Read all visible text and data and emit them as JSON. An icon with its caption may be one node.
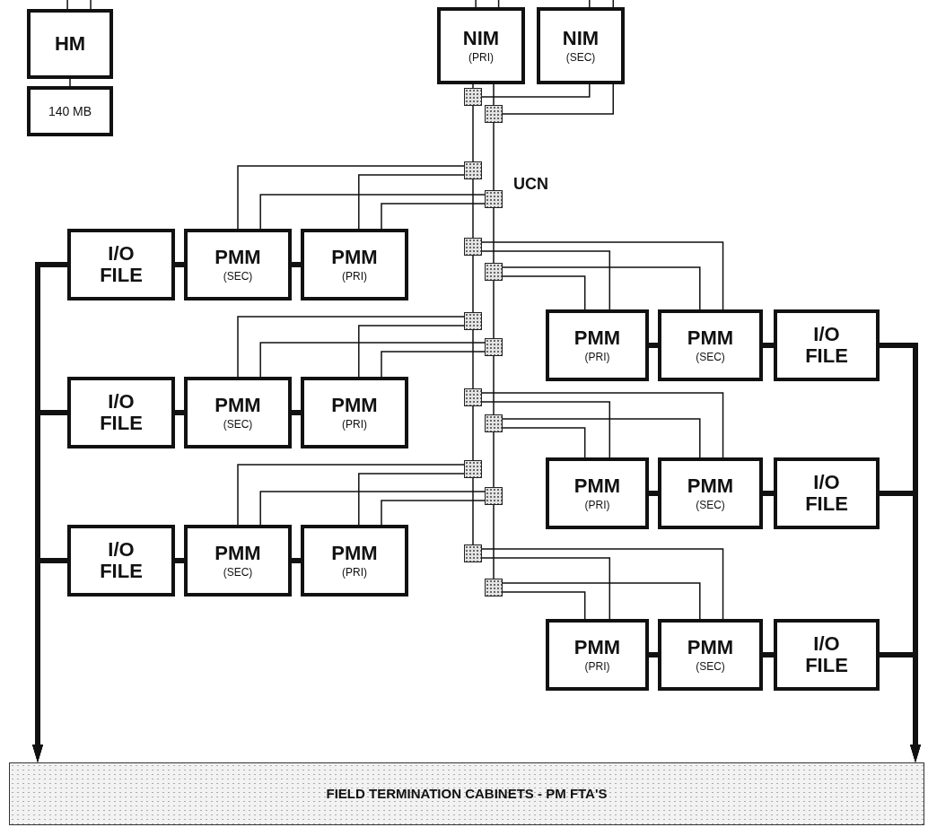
{
  "diagram": {
    "nodes": [
      {
        "text": [
          "HM"
        ]
      },
      {
        "text": [
          "140 MB"
        ]
      },
      {
        "text": [
          "NIM",
          "(PRI)"
        ]
      },
      {
        "text": [
          "NIM",
          "(SEC)"
        ]
      },
      {
        "text": [],
        "shape": "box"
      },
      {
        "text": [],
        "shape": "box"
      },
      {
        "text": [],
        "shape": "box"
      },
      {
        "text": [],
        "shape": "box"
      },
      {
        "text": [],
        "shape": "box"
      },
      {
        "text": [],
        "shape": "box"
      },
      {
        "text": [],
        "shape": "box"
      },
      {
        "text": [],
        "shape": "box"
      },
      {
        "text": [],
        "shape": "box"
      },
      {
        "text": [],
        "shape": "box"
      },
      {
        "text": [],
        "shape": "box"
      },
      {
        "text": [],
        "shape": "box"
      },
      {
        "text": [],
        "shape": "box"
      },
      {
        "text": [],
        "shape": "box"
      },
      {
        "text": [
          "I/O FILE"
        ]
      },
      {
        "text": [
          "PMM",
          "(SEC)"
        ]
      },
      {
        "text": [
          "PMM",
          "(PRI)"
        ]
      },
      {
        "text": [
          "PMM",
          "(PRI)"
        ]
      },
      {
        "text": [
          "PMM",
          "(SEC)"
        ]
      },
      {
        "text": [
          "I/O FILE"
        ]
      },
      {
        "text": [
          "I/O FILE"
        ]
      },
      {
        "text": [
          "PMM",
          "(SEC)"
        ]
      },
      {
        "text": [
          "PMM",
          "(PRI)"
        ]
      },
      {
        "text": [
          "PMM",
          "(PRI)"
        ]
      },
      {
        "text": [
          "PMM",
          "(SEC)"
        ]
      },
      {
        "text": [
          "I/O FILE"
        ]
      },
      {
        "text": [
          "I/O FILE"
        ]
      },
      {
        "text": [
          "PMM",
          "(SEC)"
        ]
      },
      {
        "text": [
          "PMM",
          "(PRI)"
        ]
      },
      {
        "text": [
          "PMM",
          "(PRI)"
        ]
      },
      {
        "text": [
          "PMM",
          "(SEC)"
        ]
      },
      {
        "text": [
          "I/O FILE"
        ]
      },
      {
        "text": [
          "FIELD TERMINATION CABINETS - PM FTA'S"
        ]
      }
    ],
    "edges": [
      {
        "from": 0,
        "to": 1,
        "arrow": "none"
      },
      {
        "from": null,
        "to": 0,
        "arrow": "none"
      },
      {
        "from": null,
        "to": 0,
        "arrow": "none"
      },
      {
        "from": null,
        "to": 2,
        "arrow": "none"
      },
      {
        "from": null,
        "to": 2,
        "arrow": "none"
      },
      {
        "from": null,
        "to": 3,
        "arrow": "none"
      },
      {
        "from": null,
        "to": 3,
        "arrow": "none"
      },
      {
        "from": 2,
        "to": 4,
        "arrow": "none"
      },
      {
        "from": 2,
        "to": 5,
        "arrow": "none"
      },
      {
        "from": 3,
        "to": 4,
        "arrow": "none"
      },
      {
        "from": 3,
        "to": 5,
        "arrow": "none"
      },
      {
        "from": 4,
        "to": 6,
        "arrow": "none"
      },
      {
        "from": 6,
        "to": 8,
        "arrow": "none"
      },
      {
        "from": 8,
        "to": 10,
        "arrow": "none"
      },
      {
        "from": 10,
        "to": 12,
        "arrow": "none"
      },
      {
        "from": 12,
        "to": 14,
        "arrow": "none"
      },
      {
        "from": 14,
        "to": 16,
        "arrow": "none"
      },
      {
        "from": 5,
        "to": 7,
        "arrow": "none"
      },
      {
        "from": 7,
        "to": 9,
        "arrow": "none"
      },
      {
        "from": 9,
        "to": 11,
        "arrow": "none"
      },
      {
        "from": 11,
        "to": 13,
        "arrow": "none"
      },
      {
        "from": 13,
        "to": 15,
        "arrow": "none"
      },
      {
        "from": 15,
        "to": 17,
        "arrow": "none"
      },
      {
        "from": 6,
        "to": 19,
        "arrow": "none"
      },
      {
        "from": 6,
        "to": 20,
        "arrow": "none"
      },
      {
        "from": 7,
        "to": 19,
        "arrow": "none"
      },
      {
        "from": 7,
        "to": 20,
        "arrow": "none"
      },
      {
        "from": 8,
        "to": 22,
        "arrow": "none"
      },
      {
        "from": 8,
        "to": 21,
        "arrow": "none"
      },
      {
        "from": 9,
        "to": 22,
        "arrow": "none"
      },
      {
        "from": 9,
        "to": 21,
        "arrow": "none"
      },
      {
        "from": 10,
        "to": 25,
        "arrow": "none"
      },
      {
        "from": 10,
        "to": 26,
        "arrow": "none"
      },
      {
        "from": 11,
        "to": 25,
        "arrow": "none"
      },
      {
        "from": 11,
        "to": 26,
        "arrow": "none"
      },
      {
        "from": 12,
        "to": 28,
        "arrow": "none"
      },
      {
        "from": 12,
        "to": 27,
        "arrow": "none"
      },
      {
        "from": 13,
        "to": 28,
        "arrow": "none"
      },
      {
        "from": 13,
        "to": 27,
        "arrow": "none"
      },
      {
        "from": 14,
        "to": 31,
        "arrow": "none"
      },
      {
        "from": 14,
        "to": 32,
        "arrow": "none"
      },
      {
        "from": 15,
        "to": 31,
        "arrow": "none"
      },
      {
        "from": 15,
        "to": 32,
        "arrow": "none"
      },
      {
        "from": 16,
        "to": 34,
        "arrow": "none"
      },
      {
        "from": 16,
        "to": 33,
        "arrow": "none"
      },
      {
        "from": 17,
        "to": 34,
        "arrow": "none"
      },
      {
        "from": 17,
        "to": 33,
        "arrow": "none"
      },
      {
        "from": 18,
        "to": 19,
        "arrow": "none",
        "style": "thick"
      },
      {
        "from": 19,
        "to": 20,
        "arrow": "none",
        "style": "thick"
      },
      {
        "from": 21,
        "to": 22,
        "arrow": "none",
        "style": "thick"
      },
      {
        "from": 22,
        "to": 23,
        "arrow": "none",
        "style": "thick"
      },
      {
        "from": 24,
        "to": 25,
        "arrow": "none",
        "style": "thick"
      },
      {
        "from": 25,
        "to": 26,
        "arrow": "none",
        "style": "thick"
      },
      {
        "from": 27,
        "to": 28,
        "arrow": "none",
        "style": "thick"
      },
      {
        "from": 28,
        "to": 29,
        "arrow": "none",
        "style": "thick"
      },
      {
        "from": 30,
        "to": 31,
        "arrow": "none",
        "style": "thick"
      },
      {
        "from": 31,
        "to": 32,
        "arrow": "none",
        "style": "thick"
      },
      {
        "from": 33,
        "to": 34,
        "arrow": "none",
        "style": "thick"
      },
      {
        "from": 34,
        "to": 35,
        "arrow": "none",
        "style": "thick"
      },
      {
        "from": 18,
        "to": 36,
        "arrow": "to",
        "style": "thick"
      },
      {
        "from": 24,
        "to": 36,
        "arrow": "to",
        "style": "thick"
      },
      {
        "from": 30,
        "to": 36,
        "arrow": "to",
        "style": "thick"
      },
      {
        "from": 23,
        "to": 36,
        "arrow": "to",
        "style": "thick"
      },
      {
        "from": 29,
        "to": 36,
        "arrow": "to",
        "style": "thick"
      },
      {
        "from": 35,
        "to": 36,
        "arrow": "to",
        "style": "thick"
      }
    ],
    "labels": [
      "UCN"
    ]
  }
}
